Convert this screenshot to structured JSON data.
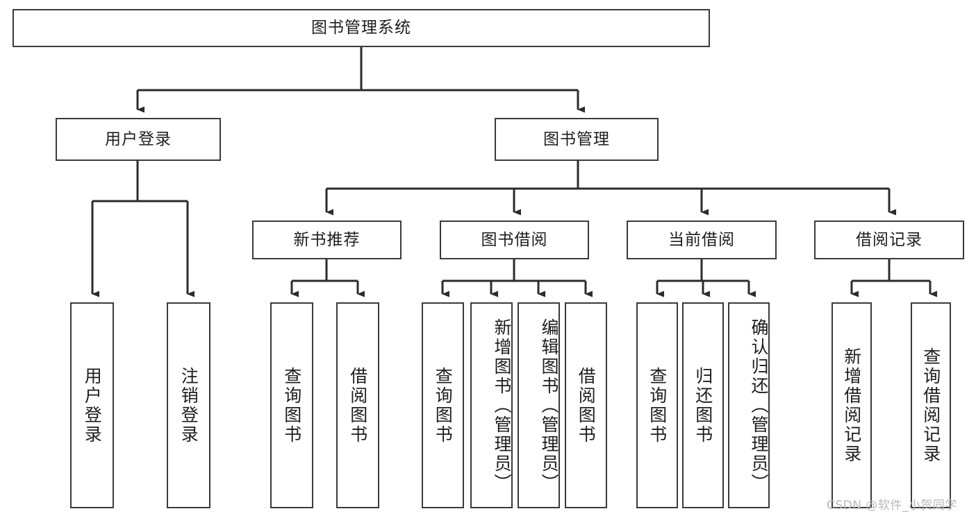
{
  "diagram": {
    "title": "图书管理系统",
    "type": "tree-hierarchy",
    "orientation": "top-down"
  },
  "watermark": {
    "text": "CSDN @软件_小贺同学"
  },
  "colors": {
    "box_border": "#3a3a3a",
    "box_fill": "#ffffff",
    "connector": "#2b2b2b",
    "text": "#1d1d1d",
    "watermark": "#b9b9b9"
  },
  "nodes": {
    "root": {
      "label": "图书管理系统",
      "level": 0
    },
    "level1": [
      {
        "id": "user-login",
        "label": "用户登录"
      },
      {
        "id": "book-management",
        "label": "图书管理"
      }
    ],
    "level2": [
      {
        "id": "new-book-recommend",
        "label": "新书推荐",
        "parent": "book-management"
      },
      {
        "id": "book-borrow",
        "label": "图书借阅",
        "parent": "book-management"
      },
      {
        "id": "current-borrow",
        "label": "当前借阅",
        "parent": "book-management"
      },
      {
        "id": "borrow-record",
        "label": "借阅记录",
        "parent": "book-management"
      }
    ],
    "leaves": [
      {
        "id": "leaf-user-login",
        "label": "用户登录",
        "parent": "user-login"
      },
      {
        "id": "leaf-logout-login",
        "label": "注销登录",
        "parent": "user-login"
      },
      {
        "id": "leaf-query-book-1",
        "label": "查询图书",
        "parent": "new-book-recommend"
      },
      {
        "id": "leaf-borrow-book-1",
        "label": "借阅图书",
        "parent": "new-book-recommend"
      },
      {
        "id": "leaf-query-book-2",
        "label": "查询图书",
        "parent": "book-borrow"
      },
      {
        "id": "leaf-add-book",
        "label": "新增图书（管理员）",
        "parent": "book-borrow"
      },
      {
        "id": "leaf-edit-book",
        "label": "编辑图书（管理员）",
        "parent": "book-borrow"
      },
      {
        "id": "leaf-borrow-book-2",
        "label": "借阅图书",
        "parent": "book-borrow"
      },
      {
        "id": "leaf-query-book-3",
        "label": "查询图书",
        "parent": "current-borrow"
      },
      {
        "id": "leaf-return-book",
        "label": "归还图书",
        "parent": "current-borrow"
      },
      {
        "id": "leaf-confirm-return",
        "label": "确认归还（管理员）",
        "parent": "current-borrow"
      },
      {
        "id": "leaf-add-record",
        "label": "新增借阅记录",
        "parent": "borrow-record"
      },
      {
        "id": "leaf-query-record",
        "label": "查询借阅记录",
        "parent": "borrow-record"
      }
    ]
  }
}
